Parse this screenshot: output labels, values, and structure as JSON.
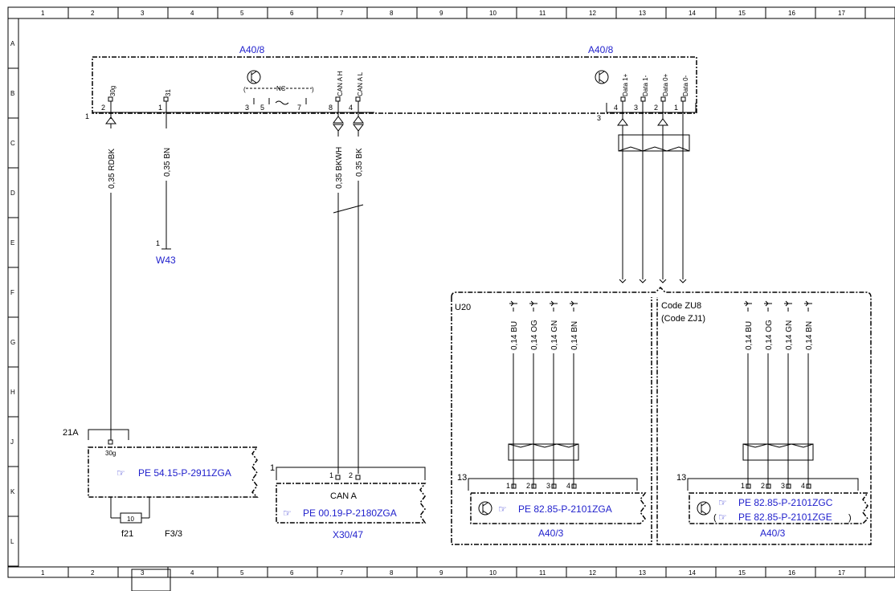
{
  "grid": {
    "columns": [
      "1",
      "2",
      "3",
      "4",
      "5",
      "6",
      "7",
      "8",
      "9",
      "10",
      "11",
      "12",
      "13",
      "14",
      "15",
      "16",
      "17"
    ],
    "rows": [
      "A",
      "B",
      "C",
      "D",
      "E",
      "F",
      "G",
      "H",
      "J",
      "K",
      "L"
    ]
  },
  "components": {
    "a40_8_left": "A40/8",
    "a40_8_right": "A40/8",
    "w43": "W43",
    "x30_47": "X30/47",
    "a40_3_left": "A40/3",
    "a40_3_right": "A40/3",
    "f3_3": "F3/3",
    "f21": "f21"
  },
  "main_connector": {
    "num": "1",
    "pins": [
      {
        "num": "2",
        "name": "30g"
      },
      {
        "num": "1",
        "name": "31"
      },
      {
        "num": "3",
        "name": ""
      },
      {
        "num": "5",
        "name": ""
      },
      {
        "num": "7",
        "name": ""
      },
      {
        "num": "8",
        "name": "CAN A H"
      },
      {
        "num": "4",
        "name": "CAN A L"
      }
    ],
    "nc_label": "NC"
  },
  "right_connector": {
    "num": "3",
    "pins": [
      {
        "num": "4",
        "name": "Data 1+"
      },
      {
        "num": "3",
        "name": "Data 1-"
      },
      {
        "num": "2",
        "name": "Data 0+"
      },
      {
        "num": "1",
        "name": "Data 0-"
      }
    ]
  },
  "wires": {
    "rdbk": "0,35 RDBK",
    "bn": "0,35 BN",
    "bkwh": "0,35 BKWH",
    "bk": "0,35 BK"
  },
  "w43_pin": "1",
  "fuse_block": {
    "connector": "21A",
    "pin": "30g",
    "link": "PE 54.15-P-2911ZGA",
    "fuse_value": "10"
  },
  "can_block": {
    "connector": "1",
    "pins": [
      "1",
      "2"
    ],
    "title": "CAN A",
    "link": "PE 00.19-P-2180ZGA"
  },
  "u20": {
    "label": "U20",
    "wires": [
      "0,14 BU",
      "0,14 OG",
      "0,14 GN",
      "0,14 BN"
    ],
    "connector": "13",
    "pins": [
      "1",
      "2",
      "3",
      "4"
    ],
    "link": "PE 82.85-P-2101ZGA"
  },
  "zu8": {
    "label": "Code ZU8",
    "sublabel": "(Code ZJ1)",
    "wires": [
      "0,14 BU",
      "0,14 OG",
      "0,14 GN",
      "0,14 BN"
    ],
    "connector": "13",
    "pins": [
      "1",
      "2",
      "3",
      "4"
    ],
    "link1": "PE 82.85-P-2101ZGC",
    "link2": "PE 82.85-P-2101ZGE",
    "open_paren": "(",
    "close_paren": ")"
  }
}
